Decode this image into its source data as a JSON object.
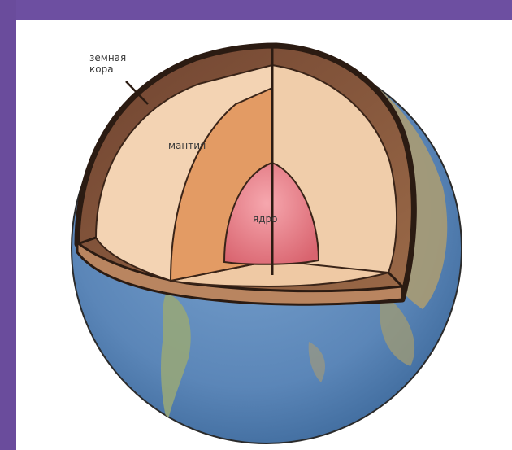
{
  "labels": {
    "crust_line1": "земная",
    "crust_line2": "кора",
    "mantle": "мантия",
    "core": "ядро"
  },
  "colors": {
    "background": "#6a4c9c",
    "panel": "#ffffff",
    "ocean": "#5b86b8",
    "land": "#a79c78",
    "crust": "#8a5a3c",
    "mantle_outer": "#f2cfae",
    "mantle_inner": "#e29a62",
    "core": "#e8818a",
    "outline": "#2b1b12"
  }
}
